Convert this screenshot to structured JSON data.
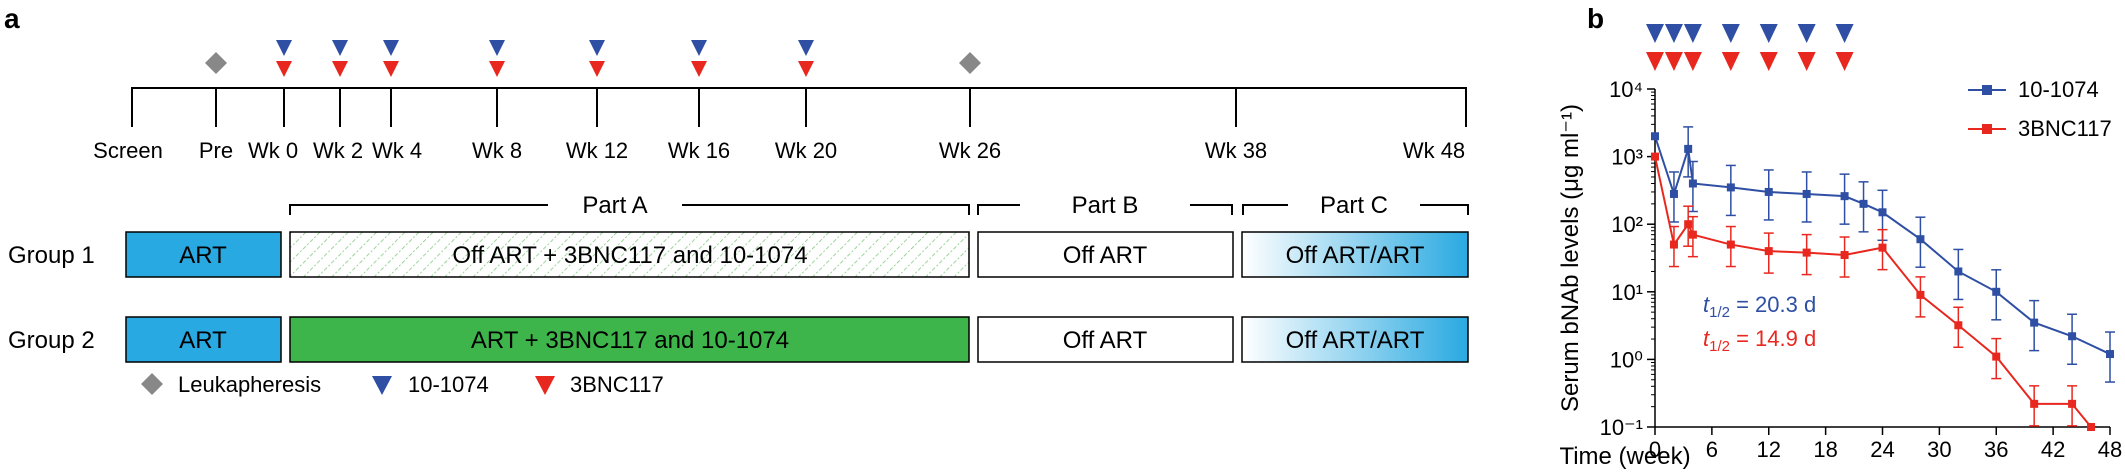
{
  "panel_a": {
    "label": "a",
    "timeline_labels": [
      "Screen",
      "Pre",
      "Wk 0",
      "Wk 2",
      "Wk 4",
      "Wk 8",
      "Wk 12",
      "Wk 16",
      "Wk 20",
      "Wk 26",
      "Wk 38",
      "Wk 48"
    ],
    "parts": [
      "Part A",
      "Part B",
      "Part C"
    ],
    "groups": [
      {
        "label": "Group 1",
        "boxes": [
          "ART",
          "Off ART + 3BNC117 and 10-1074",
          "Off ART",
          "Off ART/ART"
        ]
      },
      {
        "label": "Group 2",
        "boxes": [
          "ART",
          "ART + 3BNC117 and 10-1074",
          "Off ART",
          "Off ART/ART"
        ]
      }
    ],
    "legend": {
      "leukapheresis": "Leukapheresis",
      "blue": "10-1074",
      "red": "3BNC117"
    },
    "colors": {
      "art_blue": "#29a9e1",
      "combo_green": "#3db54a",
      "hatch_green": "#7cc87a",
      "marker_grey": "#888888",
      "marker_blue": "#2e4fa3",
      "marker_red": "#e8281f"
    }
  },
  "panel_b": {
    "label": "b",
    "annotations": {
      "blue_t_half": "t1/2 = 20.3 d",
      "red_t_half": "t1/2 = 14.9 d"
    },
    "chart_data": {
      "type": "line",
      "xlabel": "Time (week)",
      "ylabel": "Serum bNAb levels (μg ml⁻¹)",
      "xlim": [
        0,
        48
      ],
      "x_ticks": [
        0,
        6,
        12,
        18,
        24,
        30,
        36,
        42,
        48
      ],
      "ylim": [
        0.1,
        10000
      ],
      "y_scale": "log",
      "y_ticks": [
        "10⁴",
        "10³",
        "10²",
        "10¹",
        "10⁰",
        "10⁻¹"
      ],
      "legend_position": "top-right",
      "dose_weeks": [
        0,
        2,
        4,
        8,
        12,
        16,
        20
      ],
      "series": [
        {
          "name": "10-1074",
          "color": "#2e4fa3",
          "x": [
            0,
            2,
            3.5,
            4,
            8,
            12,
            16,
            20,
            22,
            24,
            28,
            32,
            36,
            40,
            44,
            48
          ],
          "y": [
            2000,
            280,
            1300,
            400,
            350,
            300,
            280,
            260,
            200,
            150,
            60,
            20,
            10,
            3.5,
            2.2,
            1.2
          ]
        },
        {
          "name": "3BNC117",
          "color": "#e8281f",
          "x": [
            0,
            2,
            3.5,
            4,
            8,
            12,
            16,
            20,
            24,
            28,
            32,
            36,
            40,
            44,
            46
          ],
          "y": [
            1000,
            50,
            100,
            70,
            50,
            40,
            38,
            35,
            45,
            9,
            3.2,
            1.1,
            0.22,
            0.22,
            0.1
          ]
        }
      ]
    }
  }
}
